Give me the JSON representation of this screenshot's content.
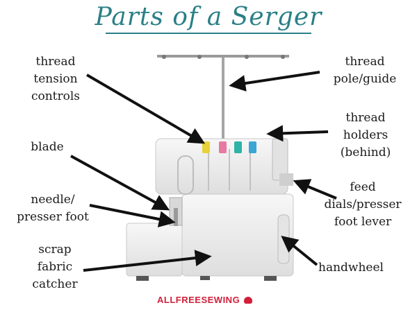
{
  "title": "Parts of a Serger",
  "labels": {
    "thread_tension": "thread\ntension\ncontrols",
    "blade": "blade",
    "needle": "needle/\npresser foot",
    "scrap": "scrap\nfabric\ncatcher",
    "pole": "thread\npole/guide",
    "holders": "thread\nholders\n(behind)",
    "feed": "feed\ndials/presser\nfoot lever",
    "handwheel": "handwheel"
  },
  "brand": {
    "part1": "ALL",
    "part2": "FREESEWING"
  },
  "colors": {
    "title": "#2a7f86",
    "dial_yellow": "#e8d23a",
    "dial_pink": "#e77aa1",
    "dial_teal": "#2fb3a6",
    "dial_blue": "#3aa6d6",
    "brand_red": "#d11f3a"
  },
  "icons": [
    "serger-machine-illustration",
    "pincushion-icon"
  ]
}
